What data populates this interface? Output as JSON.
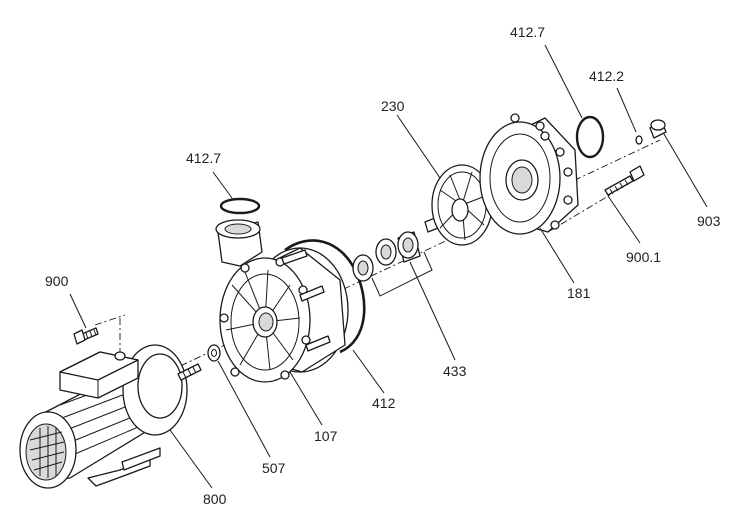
{
  "diagram": {
    "callouts": [
      {
        "id": "label-412-7-top",
        "text": "412.7"
      },
      {
        "id": "label-412-2",
        "text": "412.2"
      },
      {
        "id": "label-230",
        "text": "230"
      },
      {
        "id": "label-903",
        "text": "903"
      },
      {
        "id": "label-412-7-left",
        "text": "412.7"
      },
      {
        "id": "label-900-1",
        "text": "900.1"
      },
      {
        "id": "label-900",
        "text": "900"
      },
      {
        "id": "label-181",
        "text": "181"
      },
      {
        "id": "label-433",
        "text": "433"
      },
      {
        "id": "label-412",
        "text": "412"
      },
      {
        "id": "label-107",
        "text": "107"
      },
      {
        "id": "label-507",
        "text": "507"
      },
      {
        "id": "label-800",
        "text": "800"
      }
    ]
  }
}
